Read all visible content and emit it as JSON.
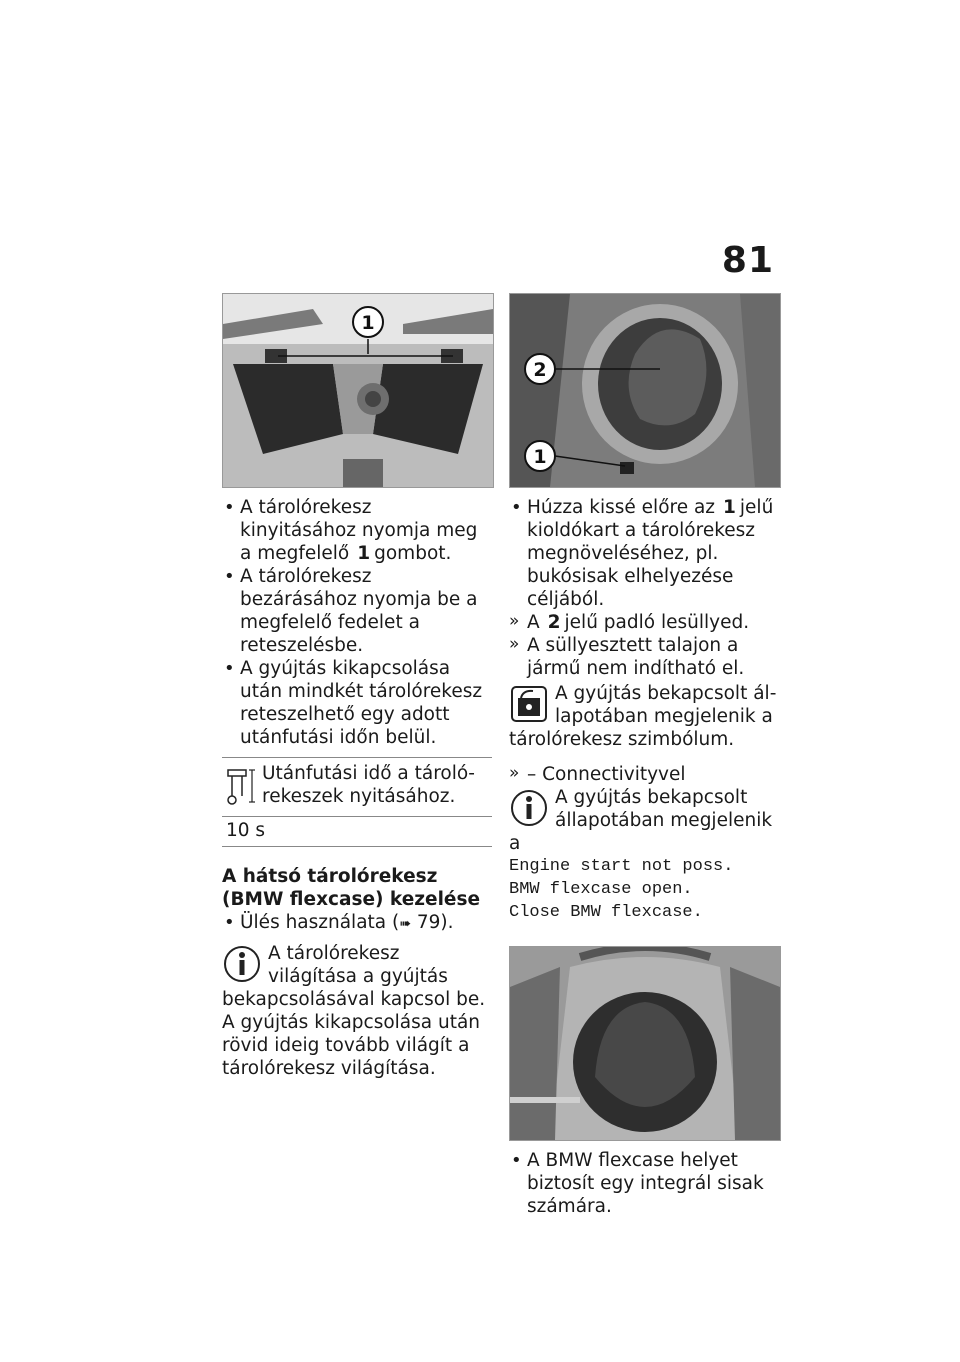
{
  "page_number": "81",
  "left": {
    "image_labels": [
      "1"
    ],
    "bullet1": {
      "pre": "A tárolórekesz kinyitásához nyomja meg a megfe­lelő",
      "num": "1",
      "post": "gombot."
    },
    "bullet2": "A tárolórekesz bezárásához nyomja be a megfelelő fedelet a reteszelésbe.",
    "bullet3": "A gyújtás kikapcsolása után mindkét tárolórekesz reteszel­hető egy adott utánfutási időn belül.",
    "spec": {
      "label": "Utánfutási idő a tároló­rekeszek nyitásához.",
      "value": "10 s"
    },
    "heading_line1": "A hátsó tárolórekesz",
    "heading_line2": "(BMW flexcase) kezelése",
    "bullet4": "Ülés használata (",
    "bullet4_ref": "79).",
    "info_text1": "A tárolórekesz világítása a gyújtás bekapcsolásával kapcsol be.",
    "info_text2": "A gyújtás kikapcsolása után rö­vid ideig tovább világít a tároló­rekesz világítása."
  },
  "right": {
    "image_labels": [
      "2",
      "1"
    ],
    "bullet1": {
      "pre": "Húzza kissé előre az",
      "num": "1",
      "post": "jelű ki­oldókart a tárolórekesz meg­növeléséhez, pl. bukósisak elhelyezése céljából."
    },
    "result1": {
      "pre": "A",
      "num": "2",
      "post": "jelű padló lesüllyed."
    },
    "result2": "A süllyesztett talajon a jármű nem indítható el.",
    "warn_text": "A gyújtás bekapcsolt ál­lapotában megjelenik a tárolórekesz szimbólum.",
    "result3": "– Connectivityvel",
    "info_text": "A gyújtás bekapcsolt állapotában megjelenik a",
    "mono_lines": [
      "Engine start not poss.",
      "BMW flexcase open.",
      "Close BMW flexcase."
    ],
    "bullet2": "A BMW flexcase helyet bizto­sít egy integrál sisak számára."
  }
}
